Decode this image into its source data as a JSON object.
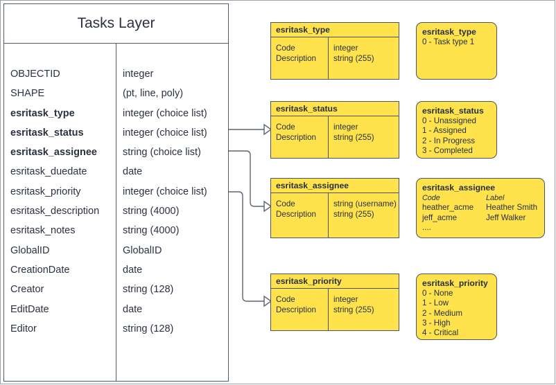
{
  "entity": {
    "title": "Tasks Layer",
    "col_headers": [
      "",
      ""
    ],
    "fields": [
      {
        "name": "OBJECTID",
        "type": "integer",
        "bold": false
      },
      {
        "name": "SHAPE",
        "type": "(pt, line, poly)",
        "bold": false
      },
      {
        "name": "esritask_type",
        "type": "integer (choice list)",
        "bold": true
      },
      {
        "name": "esritask_status",
        "type": "integer (choice list)",
        "bold": true
      },
      {
        "name": "esritask_assignee",
        "type": "string (choice list)",
        "bold": true
      },
      {
        "name": "esritask_duedate",
        "type": "date",
        "bold": false
      },
      {
        "name": "esritask_priority",
        "type": "integer (choice list)",
        "bold": false
      },
      {
        "name": "esritask_description",
        "type": "string (4000)",
        "bold": false
      },
      {
        "name": "esritask_notes",
        "type": "string (4000)",
        "bold": false
      },
      {
        "name": "GlobalID",
        "type": "GlobalID",
        "bold": false
      },
      {
        "name": "CreationDate",
        "type": "date",
        "bold": false
      },
      {
        "name": "Creator",
        "type": "string (128)",
        "bold": false
      },
      {
        "name": "EditDate",
        "type": "date",
        "bold": false
      },
      {
        "name": "Editor",
        "type": "string (128)",
        "bold": false
      }
    ]
  },
  "schema_boxes": [
    {
      "title": "esritask_type",
      "left_lines": [
        "Code",
        "Description"
      ],
      "right_lines": [
        "integer",
        "string (255)"
      ]
    },
    {
      "title": "esritask_status",
      "left_lines": [
        "Code",
        "Description"
      ],
      "right_lines": [
        "integer",
        "string (255)"
      ]
    },
    {
      "title": "esritask_assignee",
      "left_lines": [
        "Code",
        "Description"
      ],
      "right_lines": [
        "string  (username)",
        "string (255)"
      ]
    },
    {
      "title": "esritask_priority",
      "left_lines": [
        "Code",
        "Description"
      ],
      "right_lines": [
        "integer",
        "string (255)"
      ]
    }
  ],
  "value_boxes": [
    {
      "title": "esritask_type",
      "lines": [
        "0 - Task type 1"
      ]
    },
    {
      "title": "esritask_status",
      "lines": [
        "0 - Unassigned",
        "1 - Assigned",
        "2 - In Progress",
        "3 - Completed"
      ]
    },
    {
      "title": "esritask_assignee",
      "header": {
        "code": "Code",
        "label": "Label"
      },
      "rows": [
        {
          "code": "heather_acme",
          "label": "Heather Smith"
        },
        {
          "code": "jeff_acme",
          "label": "Jeff Walker"
        },
        {
          "code": "....",
          "label": ""
        }
      ]
    },
    {
      "title": "esritask_priority",
      "lines": [
        "0 - None",
        "1 - Low",
        "2 - Medium",
        "3 - High",
        "4 - Critical"
      ]
    }
  ],
  "colors": {
    "yellow_fill": "#ffe24c",
    "box_border": "#4a5360",
    "entity_border": "#515b68",
    "text": "#2a3142",
    "page_border": "#9aa0a8"
  }
}
